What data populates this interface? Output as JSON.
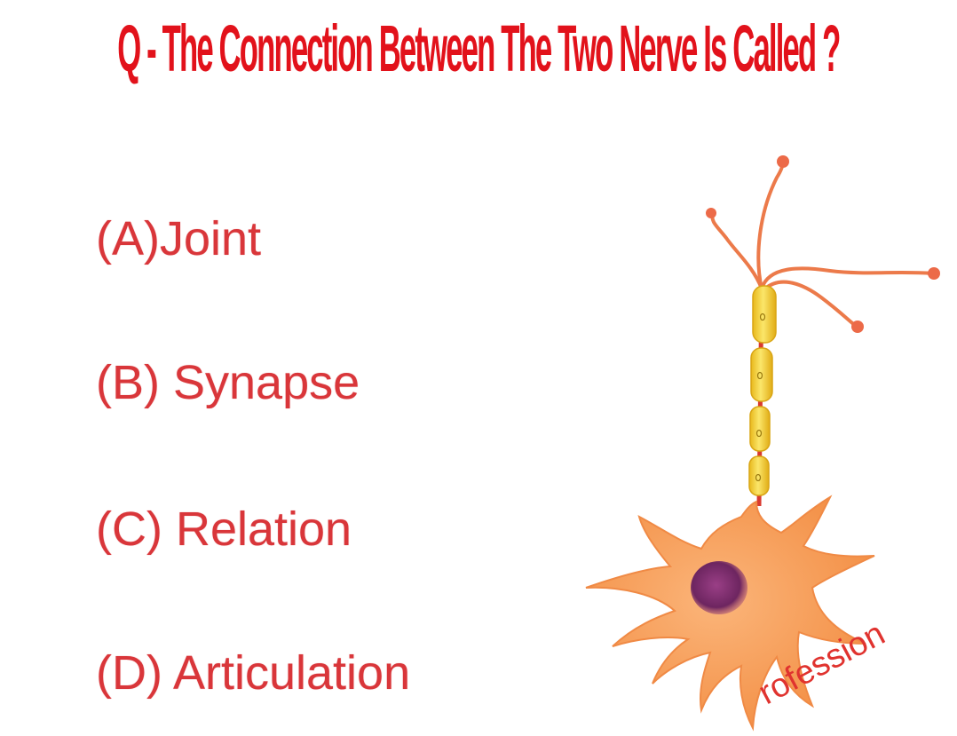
{
  "question": {
    "text": "Q - The Connection Between The Two Nerve Is Called ?"
  },
  "options": [
    {
      "label": "(A)Joint"
    },
    {
      "label": "(B) Synapse"
    },
    {
      "label": "(C) Relation"
    },
    {
      "label": "(D) Articulation"
    }
  ],
  "illustration": {
    "icon": "neuron-illustration"
  },
  "watermark": {
    "text": "rofession"
  },
  "colors": {
    "question": "#e2121b",
    "options": "#d9363a",
    "neuron_body": "#f7a15a",
    "neuron_outline": "#e8703a",
    "nucleus": "#7a2f6e",
    "myelin": "#f5d63a"
  }
}
